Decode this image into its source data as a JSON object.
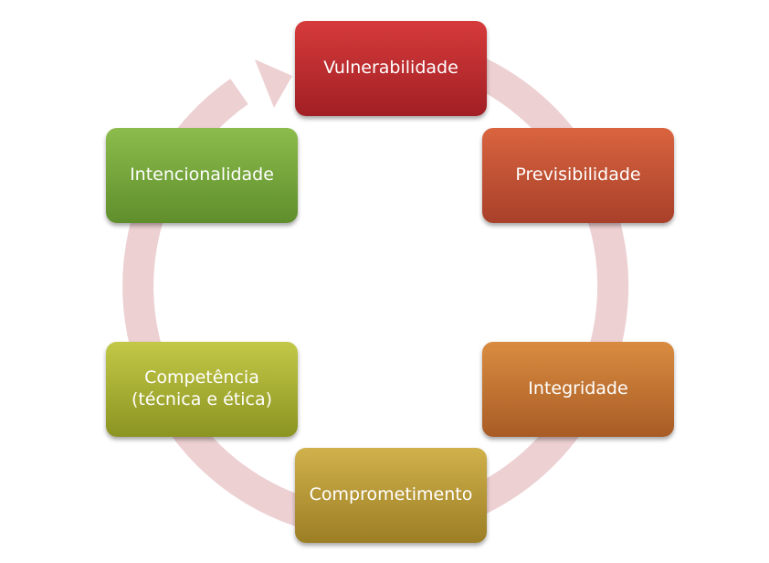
{
  "diagram": {
    "type": "cycle",
    "nodes": [
      {
        "id": "vulnerabilidade",
        "label": "Vulnerabilidade"
      },
      {
        "id": "previsibilidade",
        "label": "Previsibilidade"
      },
      {
        "id": "integridade",
        "label": "Integridade"
      },
      {
        "id": "comprometimento",
        "label": "Comprometimento"
      },
      {
        "id": "competencia",
        "label": "Competência\n(técnica e ética)"
      },
      {
        "id": "intencionalidade",
        "label": "Intencionalidade"
      }
    ],
    "colors": {
      "ring": "#edd0d2",
      "vulnerabilidade": "#c1292d",
      "previsibilidade": "#c2512f",
      "integridade": "#c6772f",
      "comprometimento": "#b99b33",
      "competencia": "#a9b132",
      "intencionalidade": "#76a73c"
    }
  }
}
